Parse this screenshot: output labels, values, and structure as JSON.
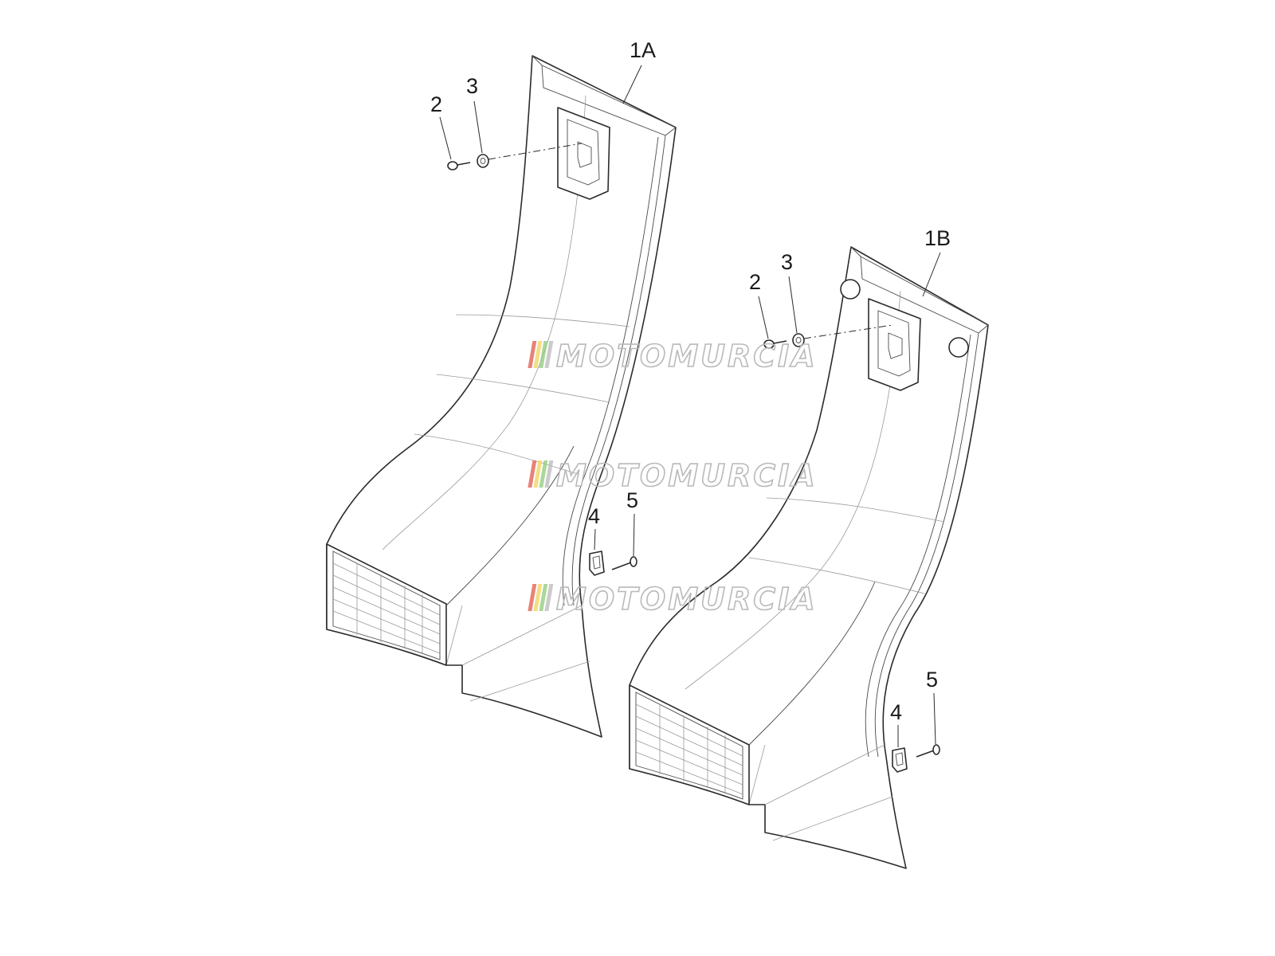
{
  "callouts": {
    "c1A": "1A",
    "c1B": "1B",
    "c2a": "2",
    "c3a": "3",
    "c2b": "2",
    "c3b": "3",
    "c4a": "4",
    "c5a": "5",
    "c4b": "4",
    "c5b": "5"
  },
  "watermark": {
    "text": "MOTOMURCIA",
    "stripe_colors": [
      "#e05a4b",
      "#f0d35a",
      "#8fc97a",
      "#b9b9b9"
    ]
  },
  "colors": {
    "line": "#2b2b2b",
    "background": "#ffffff"
  }
}
